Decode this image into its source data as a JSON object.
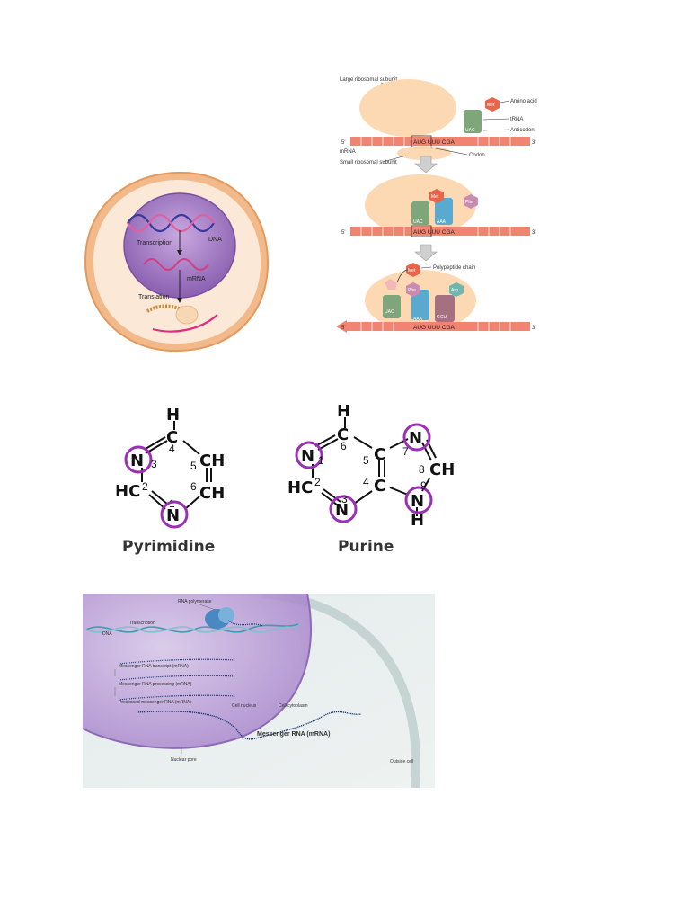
{
  "cell_figure": {
    "dna": "DNA",
    "transcription": "Transcription",
    "mrna": "mRNA",
    "translation": "Translation"
  },
  "ribosome_figure": {
    "large_subunit": "Large ribosomal subunit",
    "amino_acid": "Amino acid",
    "trna": "tRNA",
    "anticodon": "Anticodon",
    "codon": "Codon",
    "mrna": "mRNA",
    "small_subunit": "Small ribosomal subunit",
    "polypeptide": "Polypeptide chain",
    "five_prime": "5'",
    "three_prime": "3'",
    "met": "Met",
    "phe": "Phe",
    "arg": "Arg",
    "uac": "UAC",
    "aaa": "AAA",
    "gcu": "GCU",
    "seq1": "AUG UUU CGA",
    "seq2": "AUG UUU CGA",
    "seq3": "AUG UUU CGA"
  },
  "pyrimidine": {
    "title": "Pyrimidine",
    "atoms": [
      "H",
      "C",
      "N",
      "CH",
      "HC",
      "N",
      "CH"
    ],
    "numbers": [
      "4",
      "3",
      "5",
      "2",
      "6",
      "1"
    ]
  },
  "purine": {
    "title": "Purine",
    "atoms": [
      "H",
      "C",
      "N",
      "C",
      "N",
      "CH",
      "HC",
      "C",
      "N",
      "N",
      "H"
    ],
    "numbers": [
      "6",
      "5",
      "7",
      "8",
      "2",
      "4",
      "9",
      "3",
      "1"
    ]
  },
  "mrna_figure": {
    "rna_polymerase": "RNA polymerase",
    "transcription": "Transcription",
    "dna": "DNA",
    "transcript": "Messenger RNA transcript (mRNA)",
    "processing": "Messenger RNA processing (mRNA)",
    "processed": "Processed messenger RNA (mRNA)",
    "nucleus": "Cell nucleus",
    "cytoplasm": "Cell cytoplasm",
    "main_label": "Messenger RNA (mRNA)",
    "nuclear_pore": "Nuclear pore",
    "outside": "Outside cell"
  },
  "colors": {
    "cell_outer": "#f7c99a",
    "cell_inner": "#fbe6cf",
    "nucleus": "#a27ac2",
    "ribosome": "#fad7b4",
    "mrna_strip": "#f08470",
    "met": "#e8644a",
    "phe": "#c98bb0",
    "arg": "#6fb6b0",
    "trna_green": "#7fa57a",
    "trna_blue": "#5aaad0",
    "trna_mauve": "#a57080",
    "highlight": "#9b2fb5"
  }
}
